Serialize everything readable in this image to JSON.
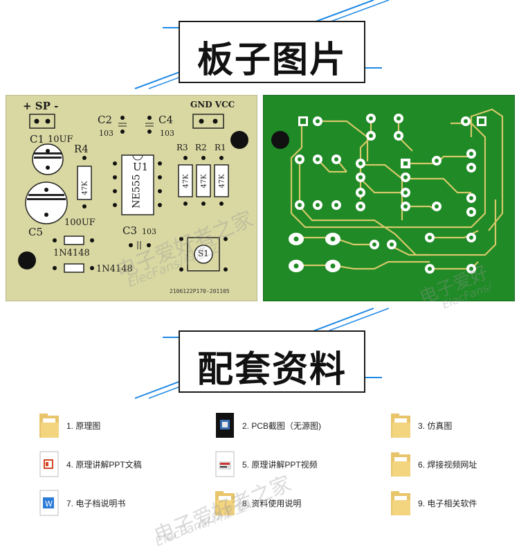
{
  "section1": {
    "title": "板子图片"
  },
  "section2": {
    "title": "配套资料"
  },
  "silkscreen": {
    "sp_label": "+ SP -",
    "gnd_vcc": "GND VCC",
    "c2": "C2",
    "c2_val": "103",
    "c4": "C4",
    "c4_val": "103",
    "c1": "C1",
    "c1_val": "10UF",
    "r4": "R4",
    "r4_val": "47K",
    "u1": "U1",
    "ic": "NE555",
    "r3": "R3",
    "r2": "R2",
    "r1": "R1",
    "r_val": "47K",
    "c5": "C5",
    "c5_val": "100UF",
    "c3": "C3",
    "c3_val": "103",
    "d1": "1N4148",
    "d2": "1N4148",
    "s1": "S1",
    "code": "2106122P170-201105"
  },
  "files": [
    {
      "label": "1. 原理图",
      "icon": "folder-icon"
    },
    {
      "label": "2. PCB截图（无源图)",
      "icon": "image-file-icon"
    },
    {
      "label": "3. 仿真图",
      "icon": "folder-icon"
    },
    {
      "label": "4. 原理讲解PPT文稿",
      "icon": "ppt-file-icon"
    },
    {
      "label": "5. 原理讲解PPT视频",
      "icon": "video-file-icon"
    },
    {
      "label": "6. 焊接视频网址",
      "icon": "folder-icon"
    },
    {
      "label": "7. 电子档说明书",
      "icon": "word-file-icon"
    },
    {
      "label": "8. 资料使用说明",
      "icon": "folder-icon"
    },
    {
      "label": "9. 电子相关软件",
      "icon": "folder-icon"
    }
  ],
  "watermarks": {
    "cn": "电子爱好者之家",
    "en": "ElecFans/科彦立",
    "cn_short": "电子爱好",
    "en_short": "ElecFans/"
  },
  "colors": {
    "accent_blue": "#1e88e5",
    "silkscreen_board": "#d9d8a2",
    "copper_board": "#1f8a26",
    "trace": "#d6c96a"
  }
}
